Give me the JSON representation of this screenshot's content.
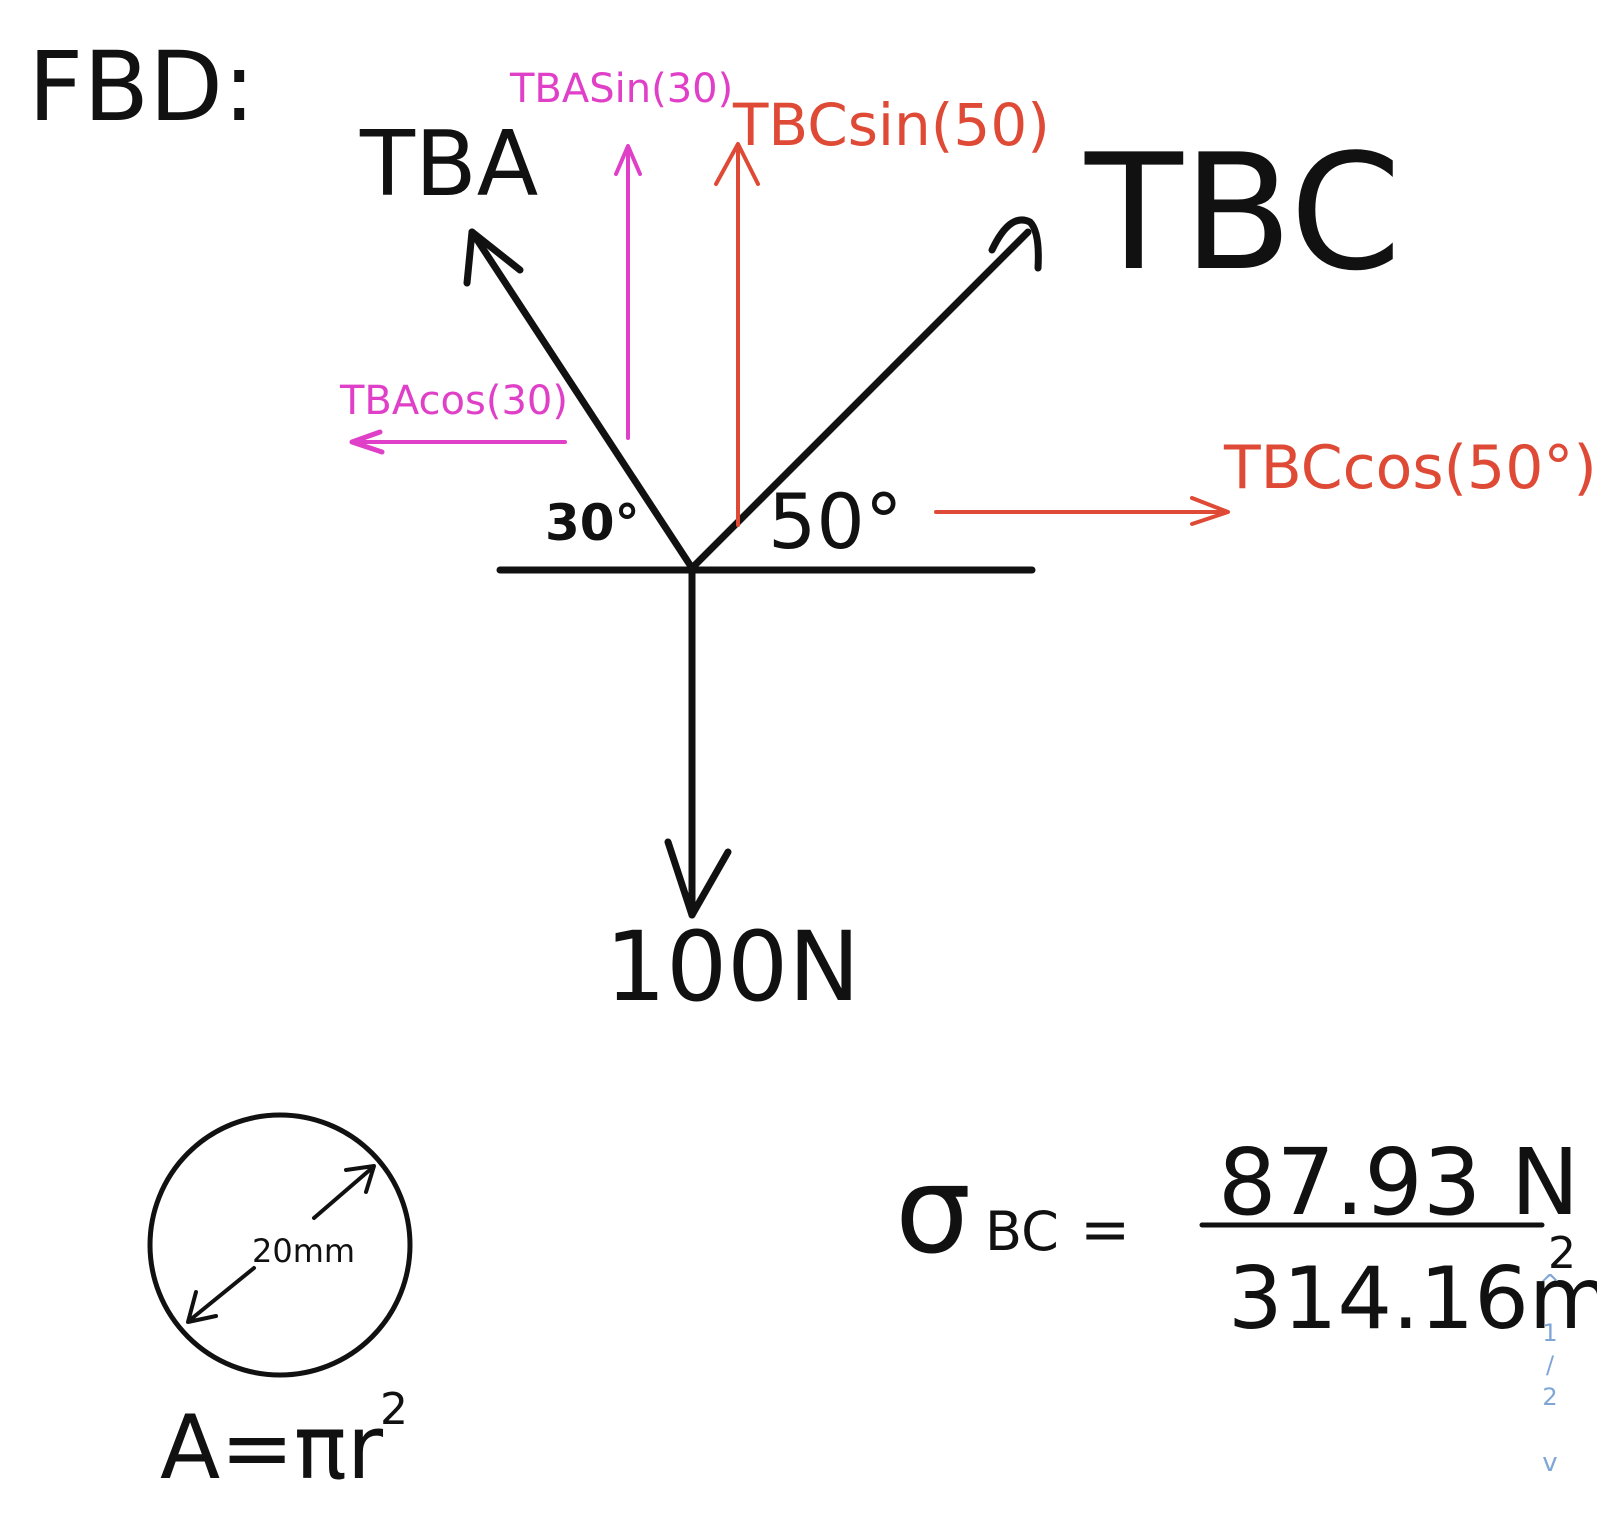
{
  "heading": "FBD:",
  "forces": {
    "tba": "TBA",
    "tbc": "TBC",
    "load": "100N",
    "tba_sin": "TBASin(30)",
    "tba_cos": "TBAcos(30)",
    "tbc_sin": "TBCsin(50)",
    "tbc_cos": "TBCcos(50°)"
  },
  "angles": {
    "left": "30°",
    "right": "50°"
  },
  "circle": {
    "diameter_label": "20mm",
    "area_formula": "A=πr"
  },
  "stress": {
    "symbol": "σ",
    "subscript": "BC",
    "equals": "=",
    "numerator": "87.93 N",
    "denominator": "314.16m"
  },
  "superscript": "2",
  "pager": {
    "up": "^",
    "current": "1",
    "separator": "/",
    "total": "2",
    "down": "v"
  },
  "colors": {
    "ink": "#111111",
    "magenta": "#e040c8",
    "red": "#de4a35",
    "pager": "#7fa6d6"
  }
}
